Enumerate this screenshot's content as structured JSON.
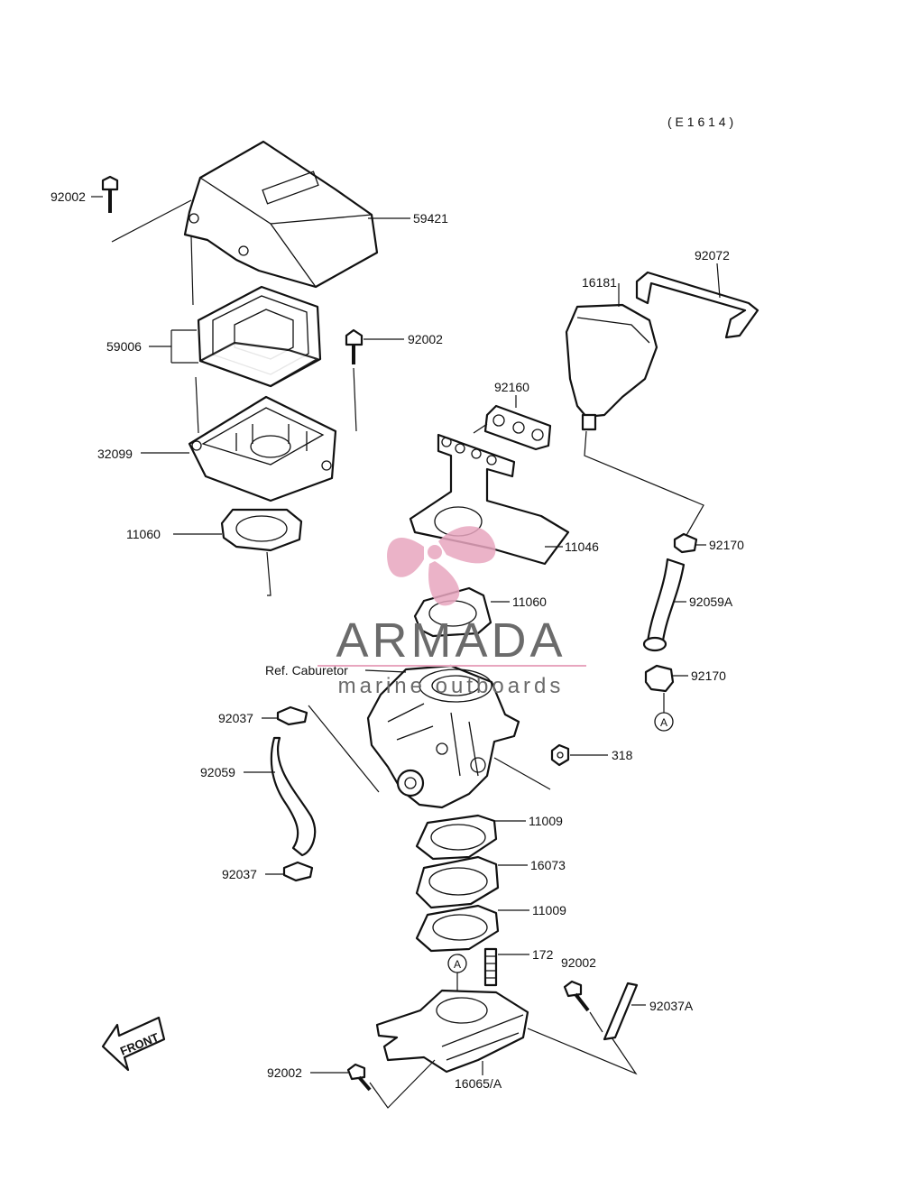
{
  "diagram_code": "( E 1 6 1 4 )",
  "labels": {
    "p92002_top": "92002",
    "p59421": "59421",
    "p92072": "92072",
    "p16181": "16181",
    "p59006": "59006",
    "p92002_mid": "92002",
    "p92160": "92160",
    "p32099": "32099",
    "p11060_left": "11060",
    "p11046": "11046",
    "p92170_top": "92170",
    "p11060_mid": "11060",
    "p92059A": "92059A",
    "ref_carburetor": "Ref. Caburetor",
    "p92170_bottom": "92170",
    "p92037_top": "92037",
    "p318": "318",
    "p92059": "92059",
    "p11009_top": "11009",
    "p16073": "16073",
    "p92037_bottom": "92037",
    "p11009_bottom": "11009",
    "p172": "172",
    "p92002_right": "92002",
    "p92037A": "92037A",
    "p92002_bottom": "92002",
    "p16065A": "16065/A",
    "marker_a": "A"
  },
  "front_arrow": "FRONT",
  "watermark": {
    "brand": "ARMADA",
    "tagline": "marine outboards"
  },
  "colors": {
    "line": "#111111",
    "watermark_text": "#6b6b6b",
    "watermark_logo": "#e8a6bf"
  }
}
